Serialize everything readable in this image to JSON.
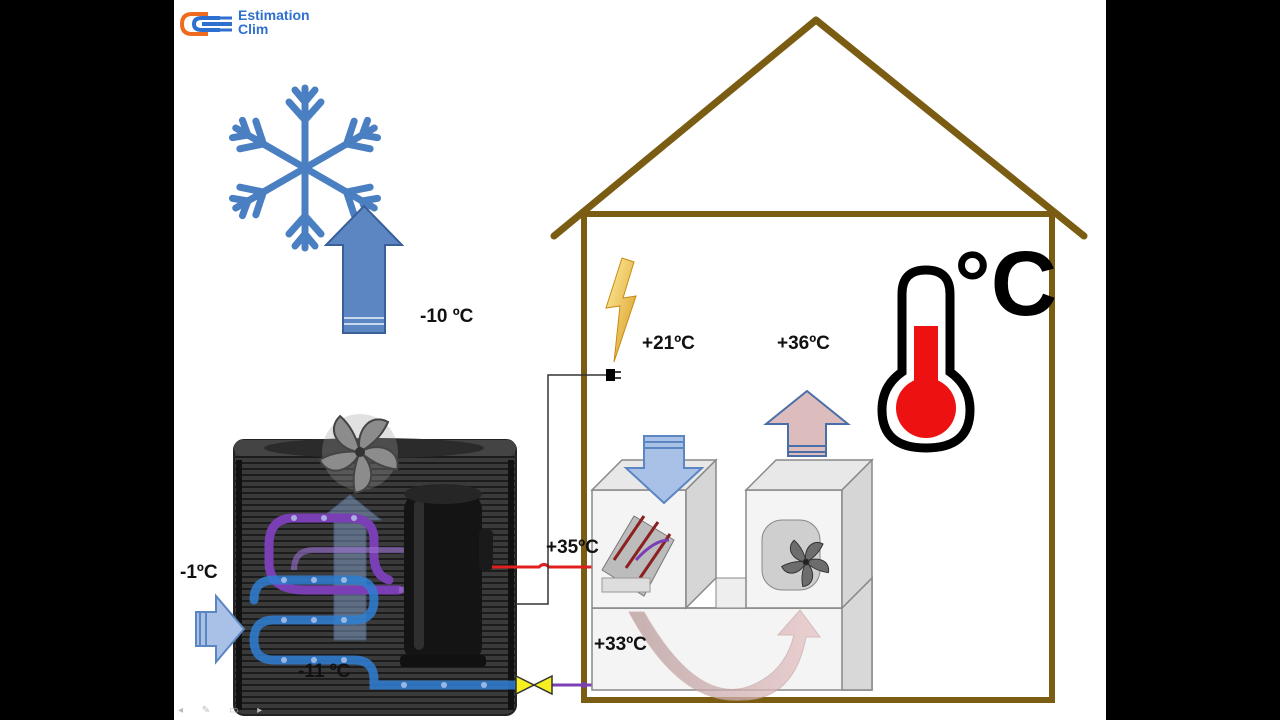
{
  "logo": {
    "line1": "Estimation",
    "line2": "Clim"
  },
  "labels": {
    "outdoor_air": "-10 ºC",
    "inlet_air": "-1ºC",
    "evaporator": "-11 ºC",
    "indoor_air_in": "+21ºC",
    "indoor_air_out": "+36ºC",
    "hot_gas": "+35ºC",
    "liquid_line": "+33ºC",
    "degree_symbol": "°C"
  },
  "colors": {
    "house_outline": "#7a5c12",
    "arrow_blue": "#5b86c2",
    "arrow_pink": "#d7b4b4",
    "pipe_hot": "#e02020",
    "pipe_cold": "#2e7fd4",
    "pipe_liquid": "#7b3fb5",
    "thermometer_fill": "#ee1111",
    "bolt": "#f0c040",
    "valve": "#f5ee20"
  },
  "icons": [
    "snowflake-icon",
    "lightning-icon",
    "plug-icon",
    "thermometer-icon",
    "fan-icon",
    "compressor-icon",
    "expansion-valve-icon"
  ]
}
